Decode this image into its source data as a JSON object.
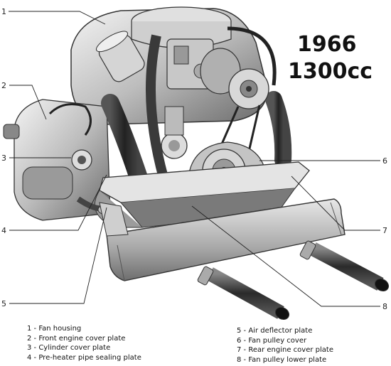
{
  "title": {
    "line1": "1966",
    "line2": "1300cc"
  },
  "callouts": [
    "1",
    "2",
    "3",
    "4",
    "5",
    "6",
    "7",
    "8"
  ],
  "legend": {
    "left": [
      "1 - Fan housing",
      "2 - Front engine cover plate",
      "3 - Cylinder cover plate",
      "4 - Pre-heater pipe sealing plate"
    ],
    "right": [
      "5 - Air deflector plate",
      "6 - Fan pulley cover",
      "7 - Rear engine cover plate",
      "8 - Fan pulley lower plate"
    ]
  }
}
